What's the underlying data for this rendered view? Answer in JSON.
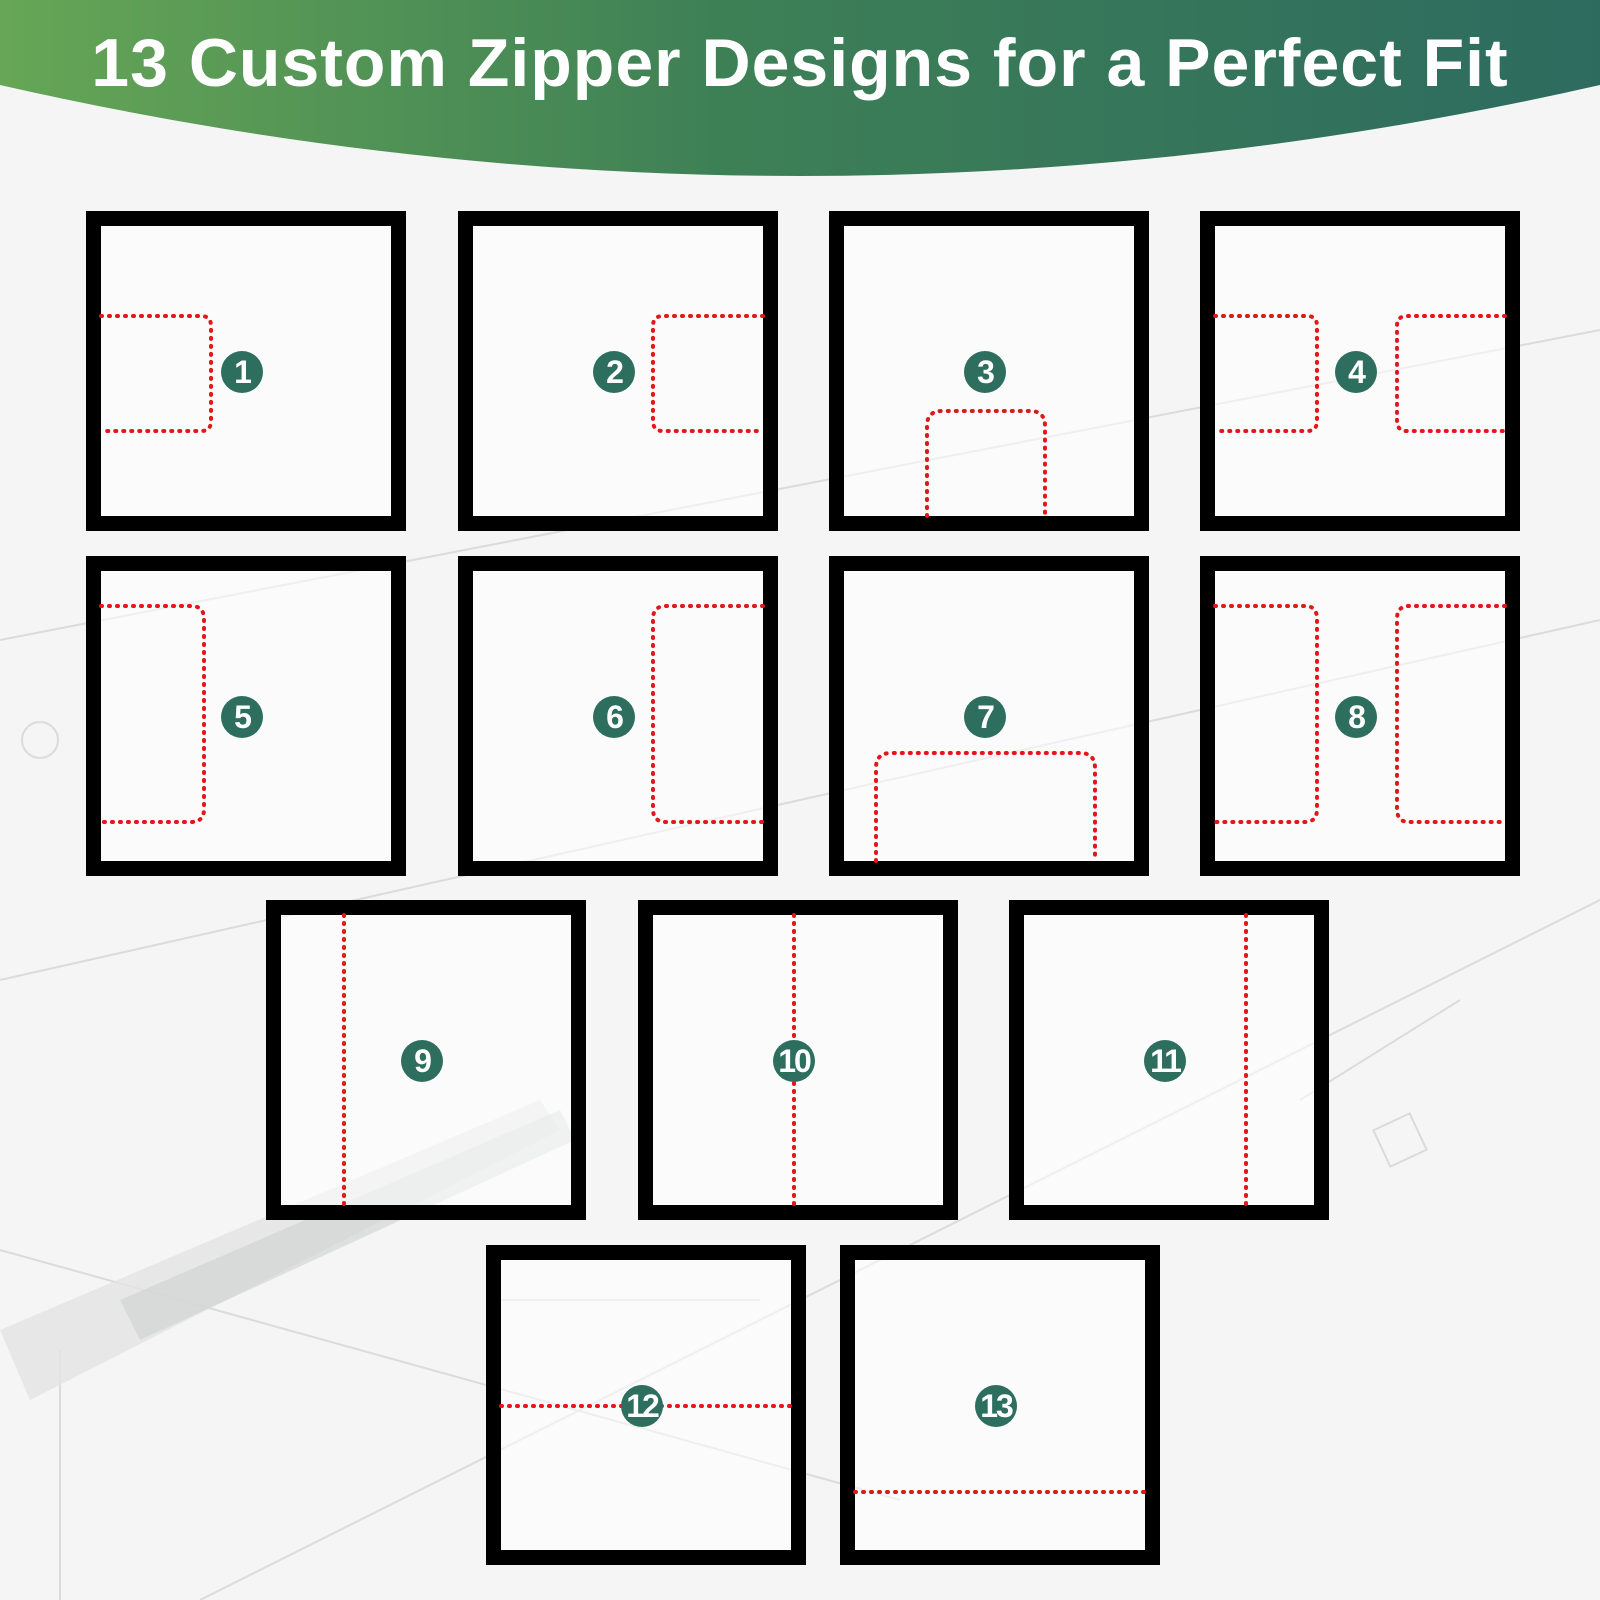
{
  "title": "13 Custom Zipper Designs for a Perfect Fit",
  "colors": {
    "banner_left": "#66a656",
    "banner_right": "#2d6b5f",
    "frame": "#000000",
    "zipper": "#e01818",
    "badge": "#2e6e5f"
  },
  "designs": [
    {
      "number": "1",
      "style": "left U-panel"
    },
    {
      "number": "2",
      "style": "right U-panel"
    },
    {
      "number": "3",
      "style": "bottom arch"
    },
    {
      "number": "4",
      "style": "left and right U-panels"
    },
    {
      "number": "5",
      "style": "tall left U-panel"
    },
    {
      "number": "6",
      "style": "tall right U-panel"
    },
    {
      "number": "7",
      "style": "wide bottom arch"
    },
    {
      "number": "8",
      "style": "tall left and right U-panels"
    },
    {
      "number": "9",
      "style": "vertical line left"
    },
    {
      "number": "10",
      "style": "vertical line center"
    },
    {
      "number": "11",
      "style": "vertical line right"
    },
    {
      "number": "12",
      "style": "horizontal line center"
    },
    {
      "number": "13",
      "style": "horizontal line bottom"
    }
  ]
}
